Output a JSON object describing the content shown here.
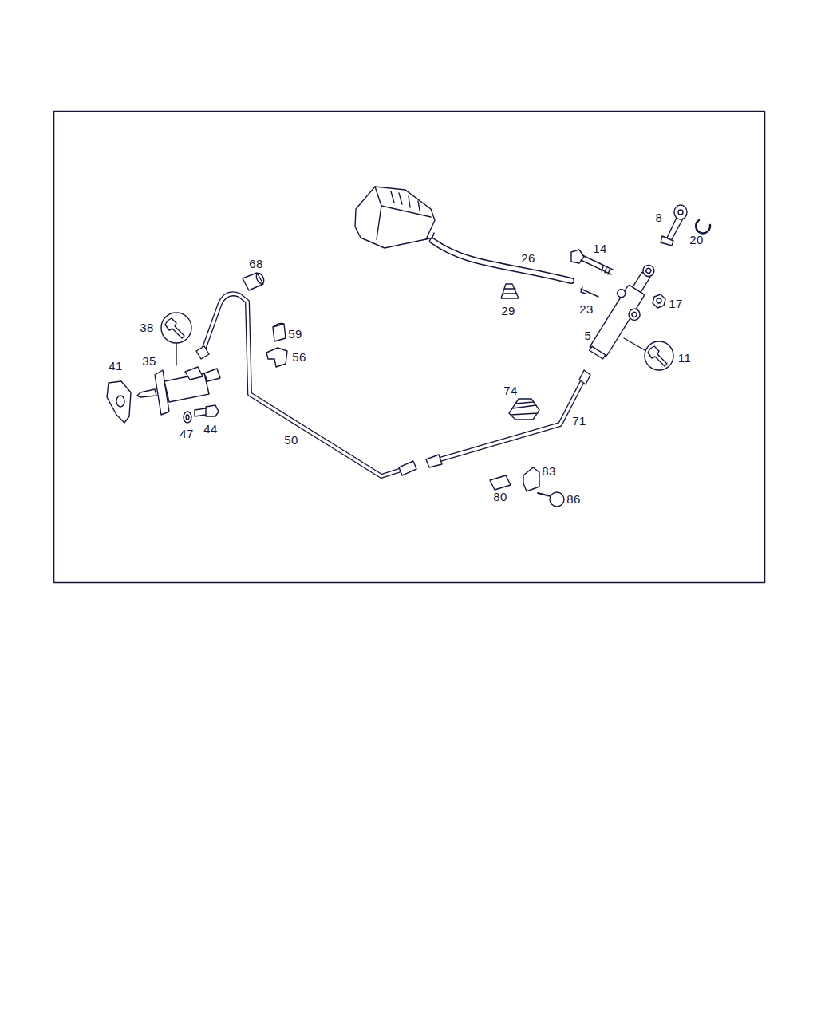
{
  "diagram": {
    "labels": [
      "8",
      "20",
      "14",
      "26",
      "68",
      "17",
      "29",
      "23",
      "38",
      "59",
      "5",
      "56",
      "11",
      "35",
      "41",
      "74",
      "71",
      "44",
      "47",
      "50",
      "83",
      "80",
      "86"
    ]
  }
}
